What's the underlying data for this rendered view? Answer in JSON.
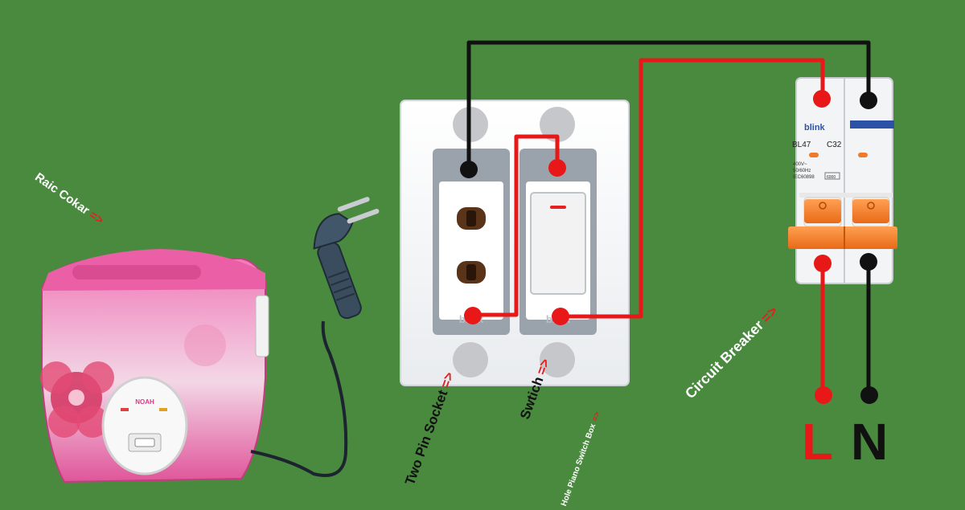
{
  "colors": {
    "background": "#4a8a3f",
    "live_wire": "#e81818",
    "neutral_wire": "#111111",
    "cooker_pink": "#e0559a",
    "breaker_handle": "#f07a2a"
  },
  "labels": {
    "rice_cooker": "Raic Cokar",
    "two_pin_socket": "Two Pin Socket",
    "switch": "Swtich",
    "switch_box": "Hole Piano Switch Box",
    "circuit_breaker": "Circuit Breaker",
    "arrow": "=>"
  },
  "breaker": {
    "brand": "blink",
    "model": "BL47",
    "rating": "C32",
    "spec_lines": [
      "400V~",
      "50/60Hz",
      "IEC60898"
    ],
    "capacity": "6000"
  },
  "plate_brand": "blink",
  "cooker_brand": "NOAH",
  "terminals": {
    "live": "L",
    "neutral": "N"
  },
  "icons": [
    "plug-icon",
    "socket-icon",
    "switch-icon",
    "breaker-icon",
    "rice-cooker-icon"
  ]
}
